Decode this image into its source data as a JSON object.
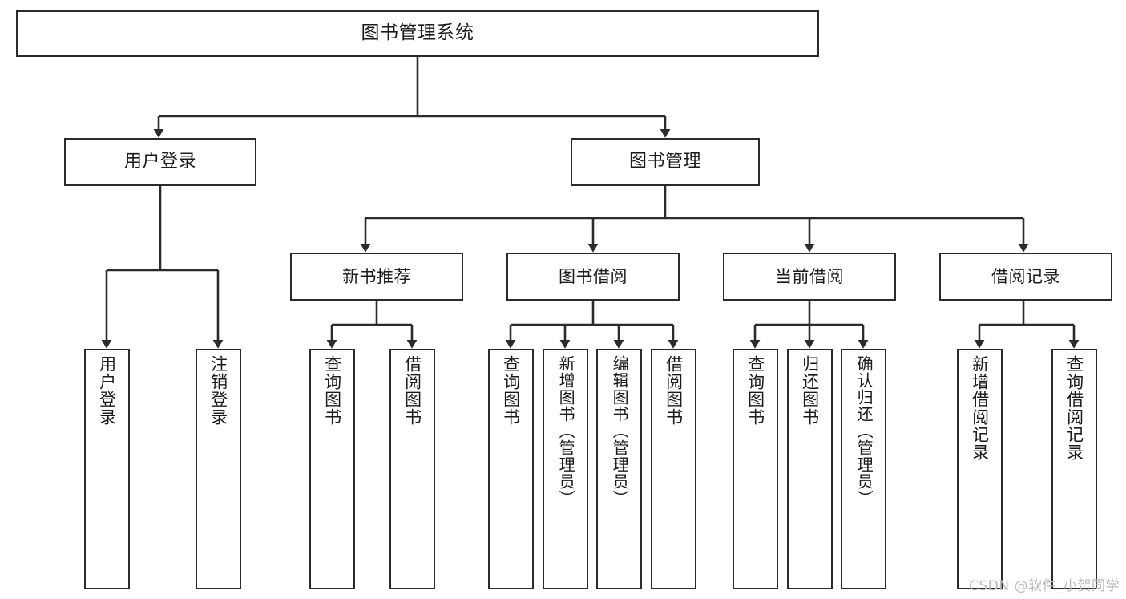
{
  "diagram": {
    "type": "tree-hierarchy",
    "title": "图书管理系统",
    "root": {
      "label": "图书管理系统"
    },
    "level1": [
      {
        "id": "user-login",
        "label": "用户登录"
      },
      {
        "id": "book-manage",
        "label": "图书管理"
      }
    ],
    "level2": [
      {
        "id": "new-book-rec",
        "label": "新书推荐",
        "parent": "book-manage"
      },
      {
        "id": "book-borrow",
        "label": "图书借阅",
        "parent": "book-manage"
      },
      {
        "id": "current-borrow",
        "label": "当前借阅",
        "parent": "book-manage"
      },
      {
        "id": "borrow-record",
        "label": "借阅记录",
        "parent": "book-manage"
      }
    ],
    "leaves": [
      {
        "id": "leaf-user-login",
        "label": "用户登录",
        "parent": "user-login"
      },
      {
        "id": "leaf-user-logout",
        "label": "注销登录",
        "parent": "user-login"
      },
      {
        "id": "leaf-query-book-1",
        "label": "查询图书",
        "parent": "new-book-rec"
      },
      {
        "id": "leaf-borrow-book-1",
        "label": "借阅图书",
        "parent": "new-book-rec"
      },
      {
        "id": "leaf-query-book-2",
        "label": "查询图书",
        "parent": "book-borrow"
      },
      {
        "id": "leaf-add-book",
        "label": "新增图书（管理员）",
        "parent": "book-borrow"
      },
      {
        "id": "leaf-edit-book",
        "label": "编辑图书（管理员）",
        "parent": "book-borrow"
      },
      {
        "id": "leaf-borrow-book-2",
        "label": "借阅图书",
        "parent": "book-borrow"
      },
      {
        "id": "leaf-query-book-3",
        "label": "查询图书",
        "parent": "current-borrow"
      },
      {
        "id": "leaf-return-book",
        "label": "归还图书",
        "parent": "current-borrow"
      },
      {
        "id": "leaf-confirm-return",
        "label": "确认归还（管理员）",
        "parent": "current-borrow"
      },
      {
        "id": "leaf-add-record",
        "label": "新增借阅记录",
        "parent": "borrow-record"
      },
      {
        "id": "leaf-query-record",
        "label": "查询借阅记录",
        "parent": "borrow-record"
      }
    ],
    "colors": {
      "stroke": "#2b2b2b",
      "fill": "#ffffff",
      "text": "#1b1b1b",
      "watermark": "#b9b9b9"
    }
  },
  "watermark": {
    "text": "CSDN @软件_小贺同学"
  }
}
